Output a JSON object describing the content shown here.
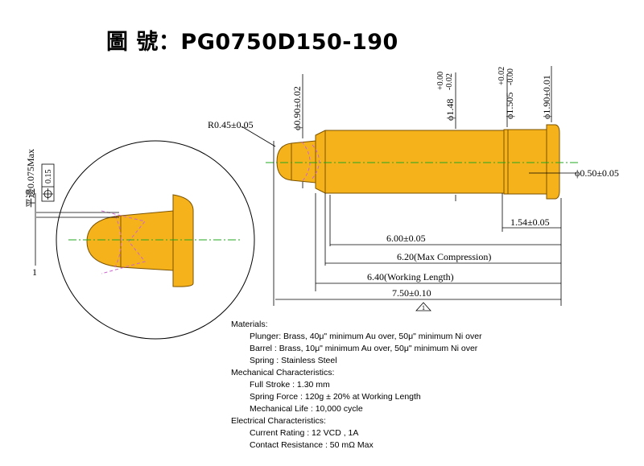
{
  "title": {
    "label": "圖  號：",
    "part_number": "PG0750D150-190"
  },
  "dimensions": {
    "tip_radius": "R0.45±0.05",
    "plunger_dia": "ϕ0.90±0.02",
    "barrel_dia": "ϕ1.48",
    "barrel_dia_tol_upper": "+0.00",
    "barrel_dia_tol_lower": "-0.02",
    "step_dia": "ϕ1.505",
    "step_dia_tol_upper": "+0.02",
    "step_dia_tol_lower": "-0.00",
    "head_dia": "ϕ1.90±0.01",
    "tail_dia": "ϕ0.50±0.05",
    "head_len": "1.54±0.05",
    "barrel_len": "6.00±0.05",
    "max_compression": "6.20(Max Compression)",
    "working_length": "6.40(Working Length)",
    "total_length": "7.50±0.10",
    "flatness": "平邊0.075Max",
    "tolerance_value": "0.15",
    "datum_symbol": "1"
  },
  "notes": {
    "materials_heading": "Materials:",
    "plunger": "Plunger: Brass, 40μ\" minimum Au over,  50μ\" minimum Ni over",
    "barrel": "Barrel   : Brass, 10μ\" minimum Au over,  50μ\" minimum Ni over",
    "spring": "Spring  : Stainless Steel",
    "mechanical_heading": "Mechanical Characteristics:",
    "full_stroke": "Full Stroke : 1.30 mm",
    "spring_force": "Spring Force  : 120g ± 20% at Working Length",
    "mechanical_life": "Mechanical Life : 10,000 cycle",
    "electrical_heading": "Electrical Characteristics:",
    "current_rating": "Current Rating : 12 VCD , 1A",
    "contact_resistance": "Contact Resistance : 50 mΩ  Max"
  },
  "colors": {
    "gold": "#f6b21a",
    "outline": "#7a5200",
    "center_line": "#22aa22",
    "hidden_line": "#cc66cc"
  }
}
